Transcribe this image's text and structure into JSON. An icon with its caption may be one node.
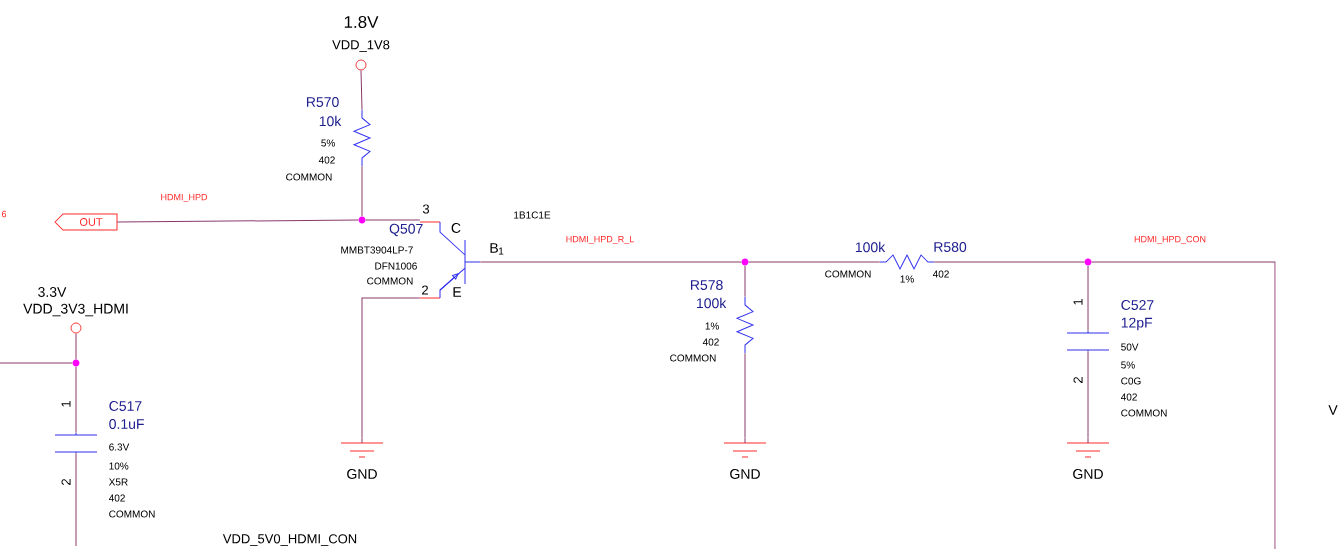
{
  "diagram": {
    "nodes": [
      {
        "text": [
          "1.8V",
          "VDD_1V8"
        ]
      },
      {
        "text": [
          "R570",
          "10k",
          "5%",
          "402",
          "COMMON"
        ]
      },
      {
        "text": [
          "OUT"
        ]
      },
      {
        "text": [],
        "shape": "circle"
      },
      {
        "text": [
          "Q507",
          "MMBT3904LP-7",
          "DFN1006",
          "COMMON"
        ]
      },
      {
        "text": [
          "3.3V",
          "VDD_3V3_HDMI"
        ]
      },
      {
        "text": [],
        "shape": "circle"
      },
      {
        "text": [
          "C517",
          "0.1uF",
          "6.3V",
          "10%",
          "X5R",
          "402",
          "COMMON"
        ]
      },
      {
        "text": [],
        "shape": "circle"
      },
      {
        "text": [
          "R578",
          "100k",
          "1%",
          "402",
          "COMMON"
        ]
      },
      {
        "text": [
          "100k",
          "R580",
          "COMMON",
          "1%",
          "402"
        ]
      },
      {
        "text": [],
        "shape": "circle"
      },
      {
        "text": [
          "C527",
          "12pF",
          "50V",
          "5%",
          "C0G",
          "402",
          "COMMON"
        ]
      },
      {
        "text": [
          "GND"
        ]
      },
      {
        "text": [
          "GND"
        ]
      },
      {
        "text": [
          "GND"
        ]
      }
    ],
    "edges": [
      {
        "from": 0,
        "to": 1,
        "arrow": "none"
      },
      {
        "from": 1,
        "to": 3,
        "arrow": "none"
      },
      {
        "from": 2,
        "to": 3,
        "arrow": "none",
        "label": "HDMI_HPD"
      },
      {
        "from": 3,
        "to": 4,
        "arrow": "none"
      },
      {
        "from": 4,
        "to": 13,
        "arrow": "none"
      },
      {
        "from": 4,
        "to": 8,
        "arrow": "none",
        "label": "HDMI_HPD_R_L"
      },
      {
        "from": 8,
        "to": 9,
        "arrow": "none"
      },
      {
        "from": 9,
        "to": 14,
        "arrow": "none"
      },
      {
        "from": 8,
        "to": 10,
        "arrow": "none"
      },
      {
        "from": 10,
        "to": 11,
        "arrow": "none"
      },
      {
        "from": 11,
        "to": 12,
        "arrow": "none"
      },
      {
        "from": 12,
        "to": 15,
        "arrow": "none"
      },
      {
        "from": 11,
        "to": null,
        "arrow": "none",
        "label": "HDMI_HPD_CON"
      },
      {
        "from": 5,
        "to": 6,
        "arrow": "none"
      },
      {
        "from": null,
        "to": 6,
        "arrow": "none"
      },
      {
        "from": 6,
        "to": 7,
        "arrow": "none"
      },
      {
        "from": 7,
        "to": null,
        "arrow": "none"
      }
    ],
    "labels": [
      "6",
      "1B1C1E",
      "3",
      "C",
      "B",
      "1",
      "2",
      "E",
      "1",
      "2",
      "1",
      "2",
      "V",
      "VDD_5V0_HDMI_CON"
    ]
  }
}
